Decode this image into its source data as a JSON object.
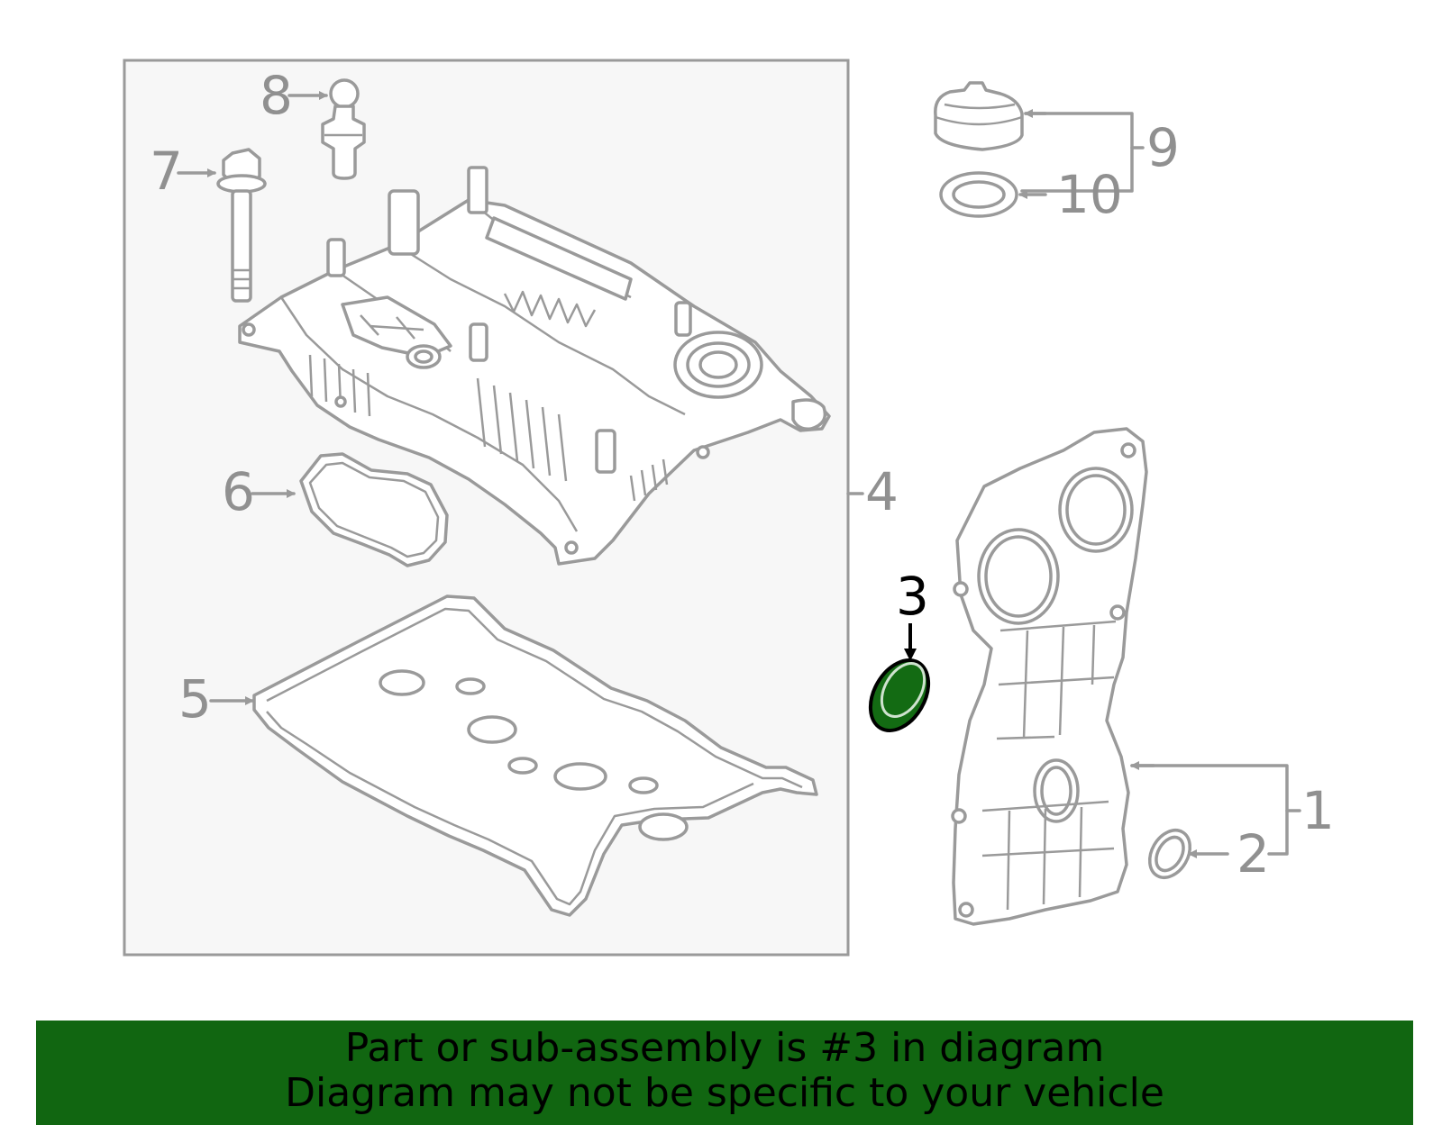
{
  "callouts": {
    "c1": "1",
    "c2": "2",
    "c3": "3",
    "c4": "4",
    "c5": "5",
    "c6": "6",
    "c7": "7",
    "c8": "8",
    "c9": "9",
    "c10": "10"
  },
  "highlight": {
    "callout": "3",
    "fill_color": "#136b13",
    "banner_color": "#116611"
  },
  "banner": {
    "line1": "Part or sub-assembly is #3 in diagram",
    "line2": "Diagram may not be specific to your vehicle"
  }
}
